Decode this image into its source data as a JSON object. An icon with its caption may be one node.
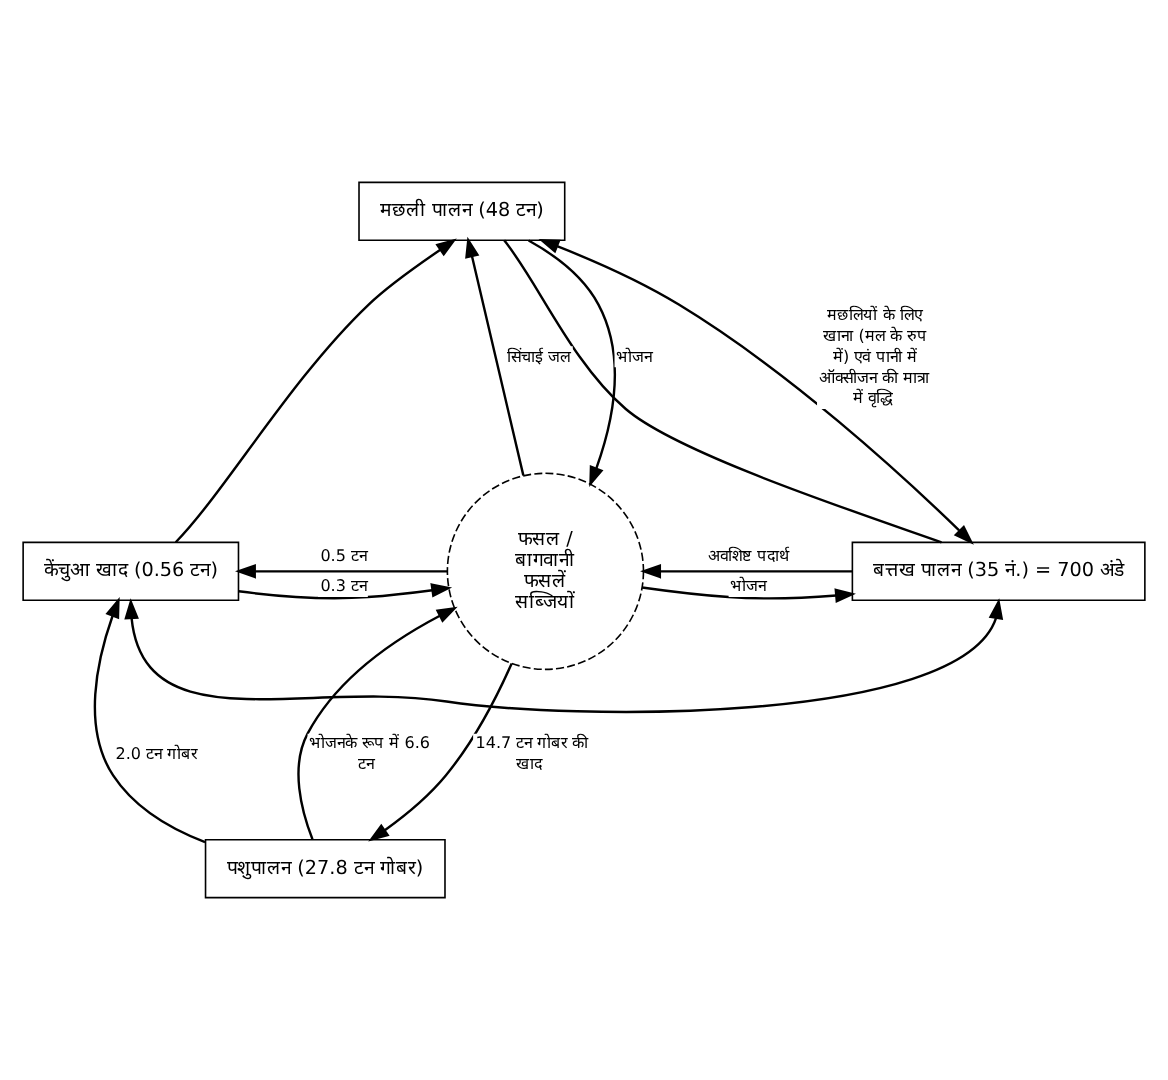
{
  "diagram": {
    "nodes": [
      {
        "text": [
          "मछली पालन (48 टन)"
        ]
      },
      {
        "text": [
          "केंचुआ खाद (0.56 टन)"
        ]
      },
      {
        "text": [
          "फसल / बागवानी फसलें सब्जियों"
        ]
      },
      {
        "text": [
          "बत्तख पालन (35 नं.) = 700 अंडे"
        ]
      },
      {
        "text": [
          "पशुपालन (27.8 टन गोबर)"
        ]
      }
    ],
    "edges": [
      {
        "from": 1,
        "to": 0,
        "arrow": "to"
      },
      {
        "from": 2,
        "to": 0,
        "arrow": "to",
        "label": "सिंचाई जल"
      },
      {
        "from": 0,
        "to": 2,
        "arrow": "to",
        "label": "भोजन"
      },
      {
        "from": 3,
        "to": 0,
        "arrow": "both",
        "label": "मछलियों के लिए खाना (मल के रुप में) एवं पानी में ऑक्सीजन की मात्रा में वृद्धि"
      },
      {
        "from": 0,
        "to": 3,
        "arrow": "none"
      },
      {
        "from": 2,
        "to": 1,
        "arrow": "to",
        "label": "0.5 टन"
      },
      {
        "from": 1,
        "to": 2,
        "arrow": "to",
        "label": "0.3 टन"
      },
      {
        "from": 3,
        "to": 2,
        "arrow": "to",
        "label": "अवशिष्ट पदार्थ"
      },
      {
        "from": 2,
        "to": 3,
        "arrow": "to",
        "label": "भोजन"
      },
      {
        "from": 4,
        "to": 1,
        "arrow": "to",
        "label": "2.0 टन गोबर"
      },
      {
        "from": 4,
        "to": 2,
        "arrow": "to",
        "label": "भोजनके रूप में 6.6 टन"
      },
      {
        "from": 2,
        "to": 4,
        "arrow": "to",
        "label": "14.7 टन गोबर की खाद"
      },
      {
        "from": 1,
        "to": 3,
        "arrow": "both"
      }
    ]
  }
}
